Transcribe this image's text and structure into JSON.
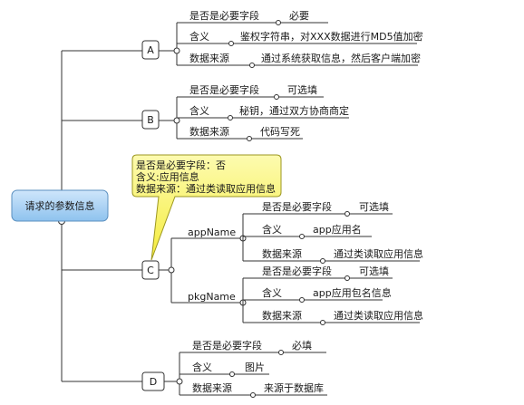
{
  "root": {
    "label": "请求的参数信息"
  },
  "nodes": [
    {
      "key": "A",
      "fields": [
        {
          "label": "是否是必要字段",
          "value": "必要"
        },
        {
          "label": "含义",
          "value": "鉴权字符串，对XXX数据进行MD5值加密"
        },
        {
          "label": "数据来源",
          "value": "通过系统获取信息，然后客户端加密"
        }
      ]
    },
    {
      "key": "B",
      "fields": [
        {
          "label": "是否是必要字段",
          "value": "可选填"
        },
        {
          "label": "含义",
          "value": "秘钥，通过双方协商商定"
        },
        {
          "label": "数据来源",
          "value": "代码写死"
        }
      ]
    },
    {
      "key": "C",
      "callout": [
        "是否是必要字段：否",
        "含义:应用信息",
        "数据来源：通过类读取应用信息"
      ],
      "children": [
        {
          "name": "appName",
          "fields": [
            {
              "label": "是否是必要字段",
              "value": "可选填"
            },
            {
              "label": "含义",
              "value": "app应用名"
            },
            {
              "label": "数据来源",
              "value": "通过类读取应用信息"
            }
          ]
        },
        {
          "name": "pkgName",
          "fields": [
            {
              "label": "是否是必要字段",
              "value": "可选填"
            },
            {
              "label": "含义",
              "value": "app应用包名信息"
            },
            {
              "label": "数据来源",
              "value": "通过类读取应用信息"
            }
          ]
        }
      ]
    },
    {
      "key": "D",
      "fields": [
        {
          "label": "是否是必要字段",
          "value": "必填"
        },
        {
          "label": "含义",
          "value": "图片"
        },
        {
          "label": "数据来源",
          "value": "来源于数据库"
        }
      ]
    }
  ]
}
